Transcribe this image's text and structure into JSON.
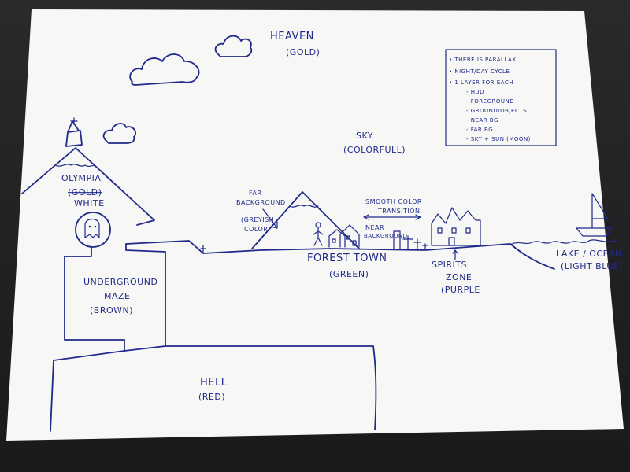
{
  "labels": {
    "heaven": "HEAVEN",
    "heaven_color": "(GOLD)",
    "sky": "SKY",
    "sky_color": "(COLORFULL)",
    "olympia": "OLYMPIA",
    "olympia_gold": "(GOLD)",
    "olympia_white": "WHITE",
    "underground_1": "UNDERGROUND",
    "underground_2": "MAZE",
    "underground_3": "(BROWN)",
    "hell": "HELL",
    "hell_color": "(RED)",
    "far_bg_1": "FAR",
    "far_bg_2": "BACKGROUND",
    "far_bg_3": "(GREYISH",
    "far_bg_4": "COLOR",
    "near_bg_1": "NEAR",
    "near_bg_2": "BACKGROUND",
    "smooth_1": "SMOOTH COLOR",
    "smooth_2": "TRANSITION",
    "forest": "FOREST TOWN",
    "forest_color": "(GREEN)",
    "spirits_1": "SPIRITS",
    "spirits_2": "ZONE",
    "spirits_3": "(PURPLE",
    "lake_1": "LAKE / OCEAN",
    "lake_2": "(LIGHT BLUE)"
  },
  "notes": [
    "• THERE IS PARALLAX",
    "• NIGHT/DAY CYCLE",
    "• 1 LAYER FOR EACH",
    "- HUD",
    "- FOREGROUND",
    "- GROUND/OBJECTS",
    "- NEAR BG",
    "- FAR BG",
    "- SKY + SUN (MOON)"
  ],
  "colors": {
    "ink": "#1f2a8a",
    "paper": "#f7f7f5",
    "background": "#1c1c1e"
  }
}
